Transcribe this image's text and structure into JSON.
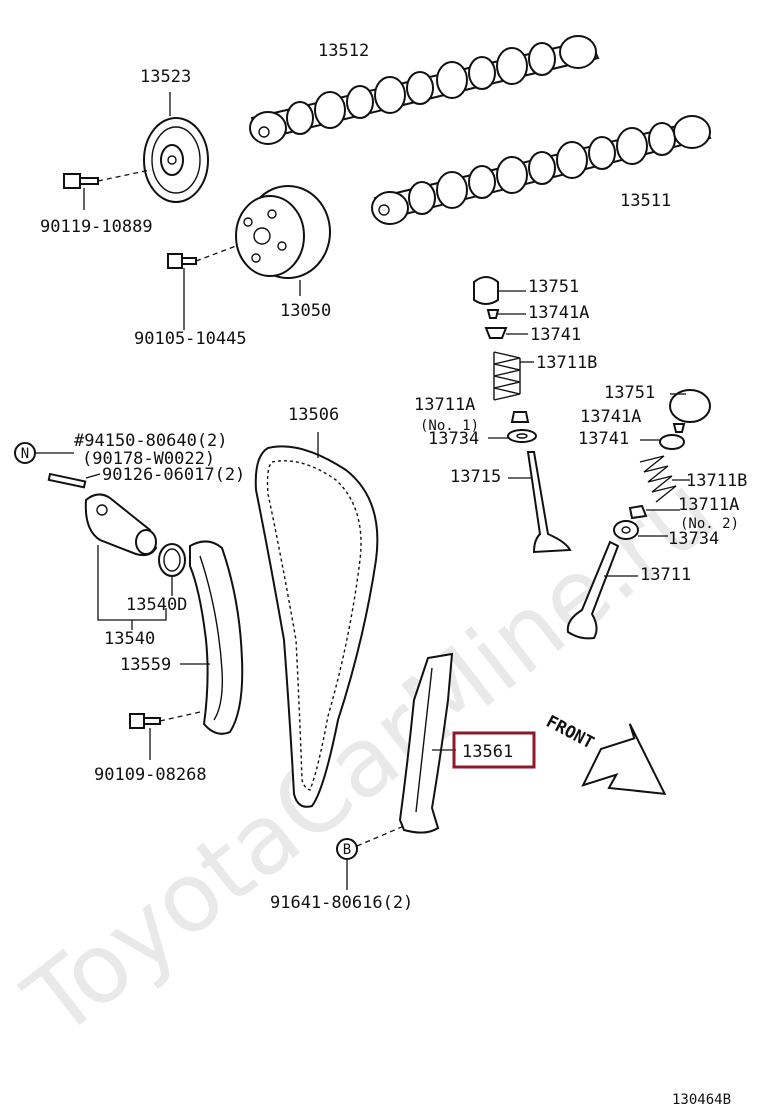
{
  "watermark": "ToyotaCarMine.ru",
  "diagram_id": "130464B",
  "front_label": "FRONT",
  "highlight_color": "#8b1a2b",
  "parts": {
    "p13523": "13523",
    "p13512": "13512",
    "p13511": "13511",
    "p90119": "90119-10889",
    "p13050": "13050",
    "p90105": "90105-10445",
    "p13751a": "13751",
    "p13741Aa": "13741A",
    "p13741a": "13741",
    "p13711Ba": "13711B",
    "p13711Aa": "13711A",
    "no1": "(No. 1)",
    "p13734a": "13734",
    "p13715": "13715",
    "p13751b": "13751",
    "p13741Ab": "13741A",
    "p13741b": "13741",
    "p13711Bb": "13711B",
    "p13711Ab": "13711A",
    "no2": "(No. 2)",
    "p13734b": "13734",
    "p13711": "13711",
    "p13506": "13506",
    "n_marker": "N",
    "p94150": "#94150-80640(2)",
    "p90178": "(90178-W0022)",
    "p90126": "90126-06017(2)",
    "p13540D": "13540D",
    "p13540": "13540",
    "p13559": "13559",
    "p90109": "90109-08268",
    "p13561": "13561",
    "b_marker": "B",
    "p91641": "91641-80616(2)"
  }
}
